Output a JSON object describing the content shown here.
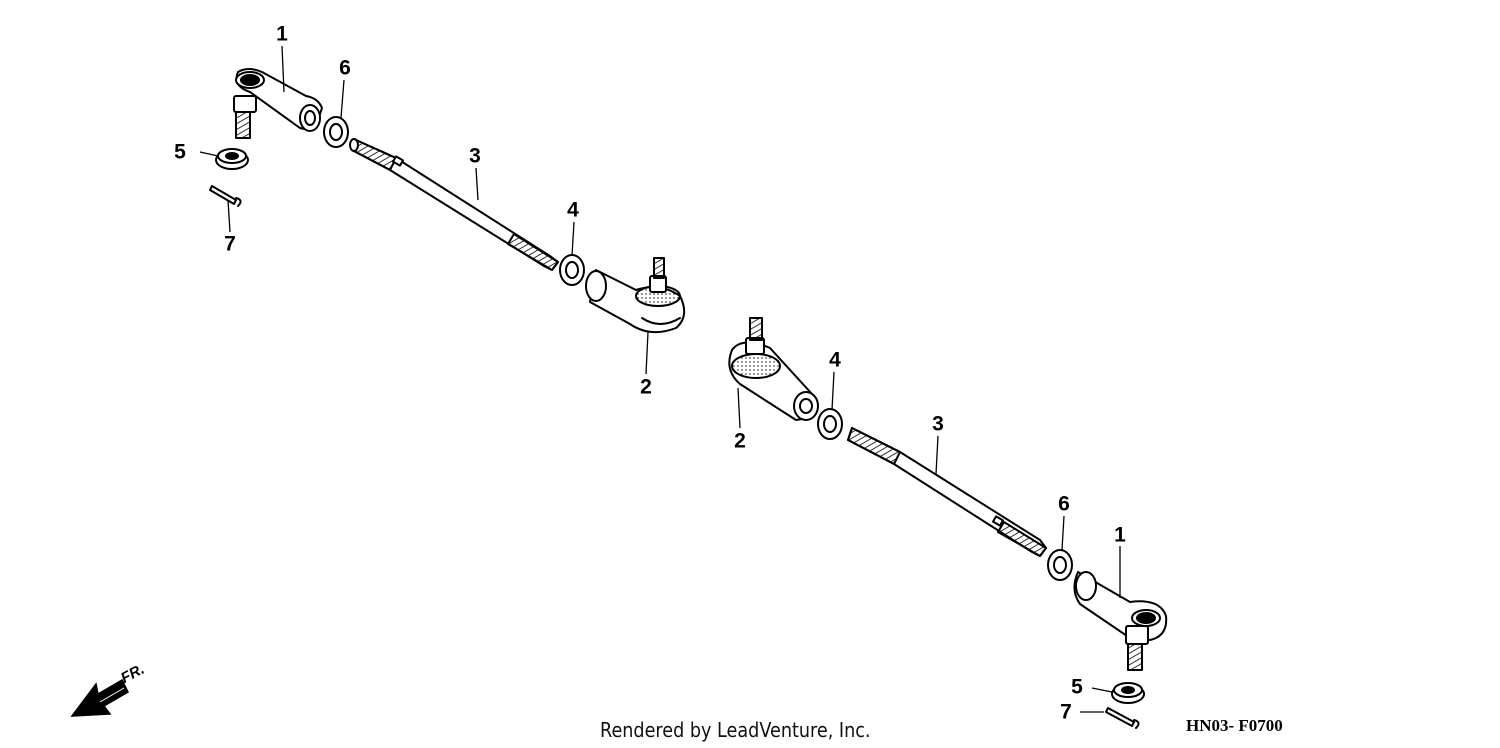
{
  "callouts": {
    "left": {
      "tie_rod_end_outer": "1",
      "tie_rod_end_inner": "2",
      "tie_rod": "3",
      "lock_nut_inner": "4",
      "castle_nut": "5",
      "lock_nut_outer": "6",
      "cotter_pin": "7"
    },
    "right": {
      "tie_rod_end_outer": "1",
      "tie_rod_end_inner": "2",
      "tie_rod": "3",
      "lock_nut_inner": "4",
      "castle_nut": "5",
      "lock_nut_outer": "6",
      "cotter_pin": "7"
    }
  },
  "direction_label": "FR.",
  "credit": "Rendered by LeadVenture, Inc.",
  "diagram_code": "HN03- F0700",
  "colors": {
    "ink": "#000000",
    "paper": "#ffffff"
  }
}
